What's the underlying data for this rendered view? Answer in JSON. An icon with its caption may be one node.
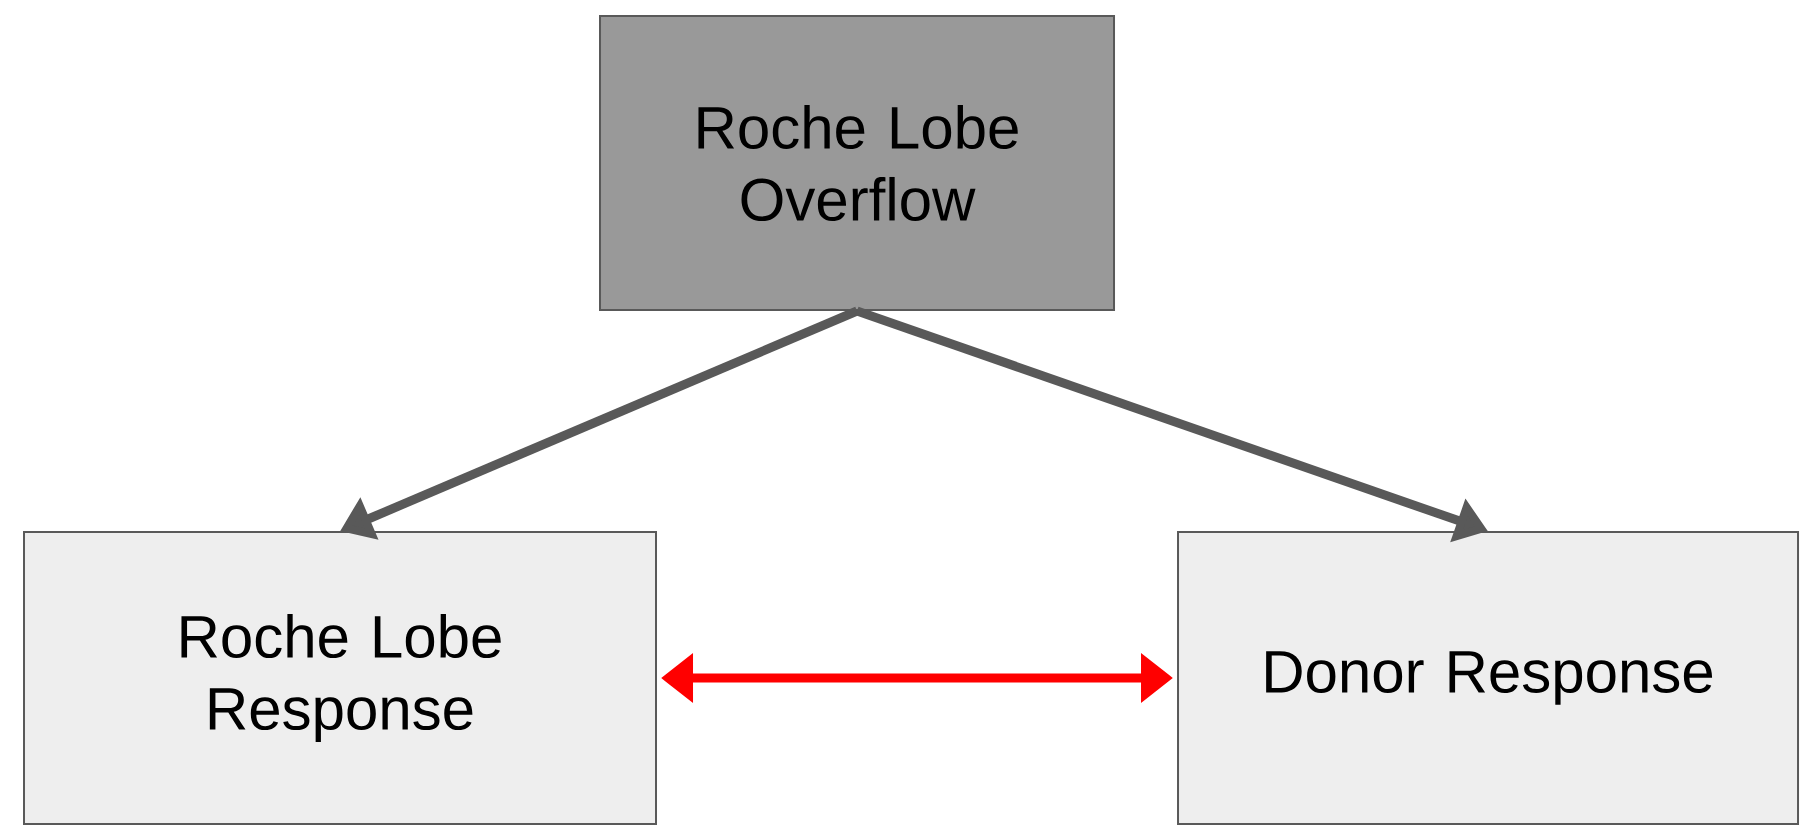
{
  "diagram": {
    "nodes": [
      {
        "text": [
          "Roche Lobe Overflow"
        ]
      },
      {
        "text": [
          "Roche Lobe Response"
        ]
      },
      {
        "text": [
          "Donor Response"
        ]
      }
    ],
    "edges": [
      {
        "from": 0,
        "to": 1,
        "arrow": "to"
      },
      {
        "from": 0,
        "to": 2,
        "arrow": "to"
      },
      {
        "from": 1,
        "to": 2,
        "arrow": "both",
        "color": "#ff0000"
      }
    ]
  }
}
